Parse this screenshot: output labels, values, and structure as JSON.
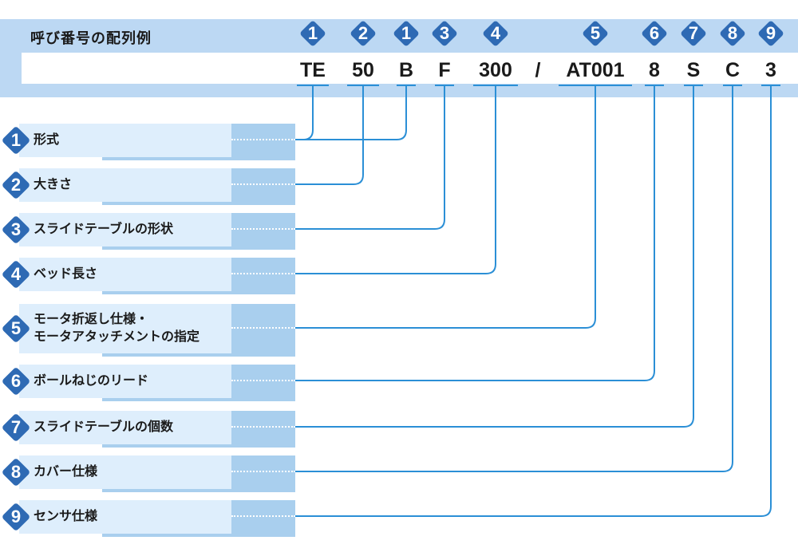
{
  "header": {
    "title": "呼び番号の配列例"
  },
  "code_items": [
    {
      "badge": "1",
      "text": "TE"
    },
    {
      "badge": "2",
      "text": "50"
    },
    {
      "badge": "1",
      "text": "B"
    },
    {
      "badge": "3",
      "text": "F"
    },
    {
      "badge": "4",
      "text": "300"
    },
    {
      "badge": "",
      "text": "/"
    },
    {
      "badge": "5",
      "text": "AT001"
    },
    {
      "badge": "6",
      "text": "8"
    },
    {
      "badge": "7",
      "text": "S"
    },
    {
      "badge": "8",
      "text": "C"
    },
    {
      "badge": "9",
      "text": "3"
    }
  ],
  "rows": [
    {
      "number": "1",
      "lines": [
        "形式"
      ]
    },
    {
      "number": "2",
      "lines": [
        "大きさ"
      ]
    },
    {
      "number": "3",
      "lines": [
        "スライドテーブルの形状"
      ]
    },
    {
      "number": "4",
      "lines": [
        "ベッド長さ"
      ]
    },
    {
      "number": "5",
      "lines": [
        "モータ折返し仕様・",
        "モータアタッチメントの指定"
      ]
    },
    {
      "number": "6",
      "lines": [
        "ボールねじのリード"
      ]
    },
    {
      "number": "7",
      "lines": [
        "スライドテーブルの個数"
      ]
    },
    {
      "number": "8",
      "lines": [
        "カバー仕様"
      ]
    },
    {
      "number": "9",
      "lines": [
        "センサ仕様"
      ]
    }
  ],
  "colors": {
    "band": "#bcd8f3",
    "badge": "#2e6ab4",
    "connector": "#2b8fd6",
    "row_box": "#deeefc",
    "row_shadow": "#a9cfee"
  }
}
